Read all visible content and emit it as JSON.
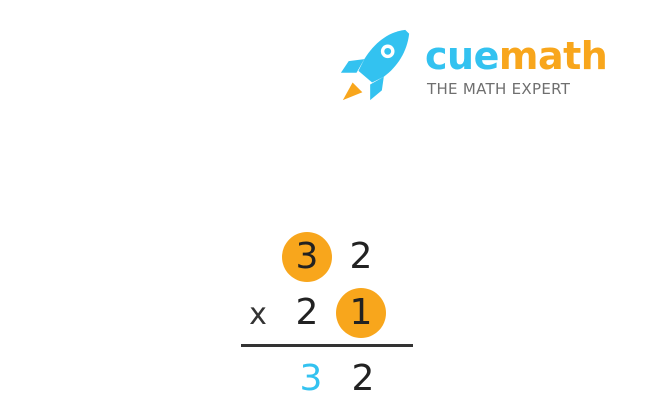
{
  "logo": {
    "brand_part1": "cue",
    "brand_part2": "math",
    "tagline": "THE MATH EXPERT",
    "rocket_icon": "rocket-icon",
    "colors": {
      "blue": "#33c2f0",
      "orange": "#f8a61c",
      "gray": "#6f6f6f"
    }
  },
  "multiplication": {
    "row1": {
      "d1": "3",
      "d2": "2"
    },
    "row2": {
      "operator": "x",
      "d1": "2",
      "d2": "1"
    },
    "result": {
      "d1": "3",
      "d2": "2"
    },
    "highlight_color": "#f8a61c",
    "result_highlight_color": "#33c2f0"
  }
}
